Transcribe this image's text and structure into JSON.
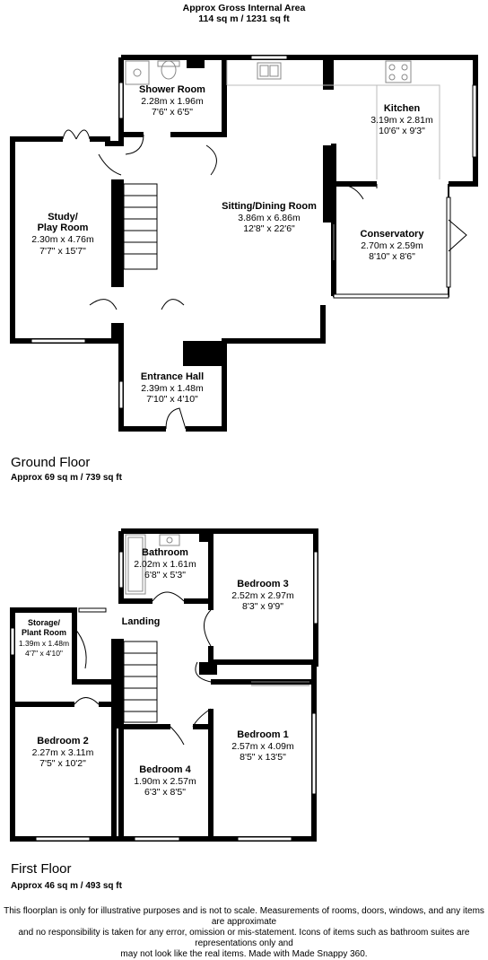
{
  "header": {
    "title": "Approx Gross Internal Area",
    "area": "114 sq m / 1231 sq ft"
  },
  "ground_floor": {
    "name": "Ground Floor",
    "area": "Approx 69 sq m / 739 sq ft",
    "rooms": {
      "shower_room": {
        "name": "Shower Room",
        "metric": "2.28m x 1.96m",
        "imperial": "7'6\" x 6'5\""
      },
      "kitchen": {
        "name": "Kitchen",
        "metric": "3.19m x 2.81m",
        "imperial": "10'6\" x 9'3\""
      },
      "study": {
        "name_line1": "Study/",
        "name_line2": "Play Room",
        "metric": "2.30m x 4.76m",
        "imperial": "7'7\" x 15'7\""
      },
      "sitting": {
        "name": "Sitting/Dining Room",
        "metric": "3.86m x 6.86m",
        "imperial": "12'8\" x 22'6\""
      },
      "conservatory": {
        "name": "Conservatory",
        "metric": "2.70m x 2.59m",
        "imperial": "8'10\" x 8'6\""
      },
      "entrance": {
        "name": "Entrance Hall",
        "metric": "2.39m x 1.48m",
        "imperial": "7'10\" x 4'10\""
      }
    }
  },
  "first_floor": {
    "name": "First Floor",
    "area": "Approx 46 sq m / 493 sq ft",
    "rooms": {
      "bathroom": {
        "name": "Bathroom",
        "metric": "2.02m x 1.61m",
        "imperial": "6'8\" x 5'3\""
      },
      "bedroom3": {
        "name": "Bedroom 3",
        "metric": "2.52m x 2.97m",
        "imperial": "8'3\" x 9'9\""
      },
      "landing": {
        "name": "Landing"
      },
      "storage": {
        "name_line1": "Storage/",
        "name_line2": "Plant Room",
        "metric": "1.39m x 1.48m",
        "imperial": "4'7\" x 4'10\""
      },
      "bedroom2": {
        "name": "Bedroom 2",
        "metric": "2.27m x 3.11m",
        "imperial": "7'5\" x 10'2\""
      },
      "bedroom1": {
        "name": "Bedroom 1",
        "metric": "2.57m x 4.09m",
        "imperial": "8'5\" x 13'5\""
      },
      "bedroom4": {
        "name": "Bedroom 4",
        "metric": "1.90m x 2.57m",
        "imperial": "6'3\" x 8'5\""
      }
    }
  },
  "disclaimer": {
    "line1": "This floorplan is only for illustrative purposes and is not to scale. Measurements of rooms, doors, windows, and any items are approximate",
    "line2": "and no responsibility is taken for any error, omission or mis-statement. Icons of items such as bathroom suites are representations only and",
    "line3": "may not look like the real items. Made with Made Snappy 360."
  },
  "colors": {
    "wall": "#000000",
    "fixture": "#888888",
    "background": "#ffffff"
  }
}
